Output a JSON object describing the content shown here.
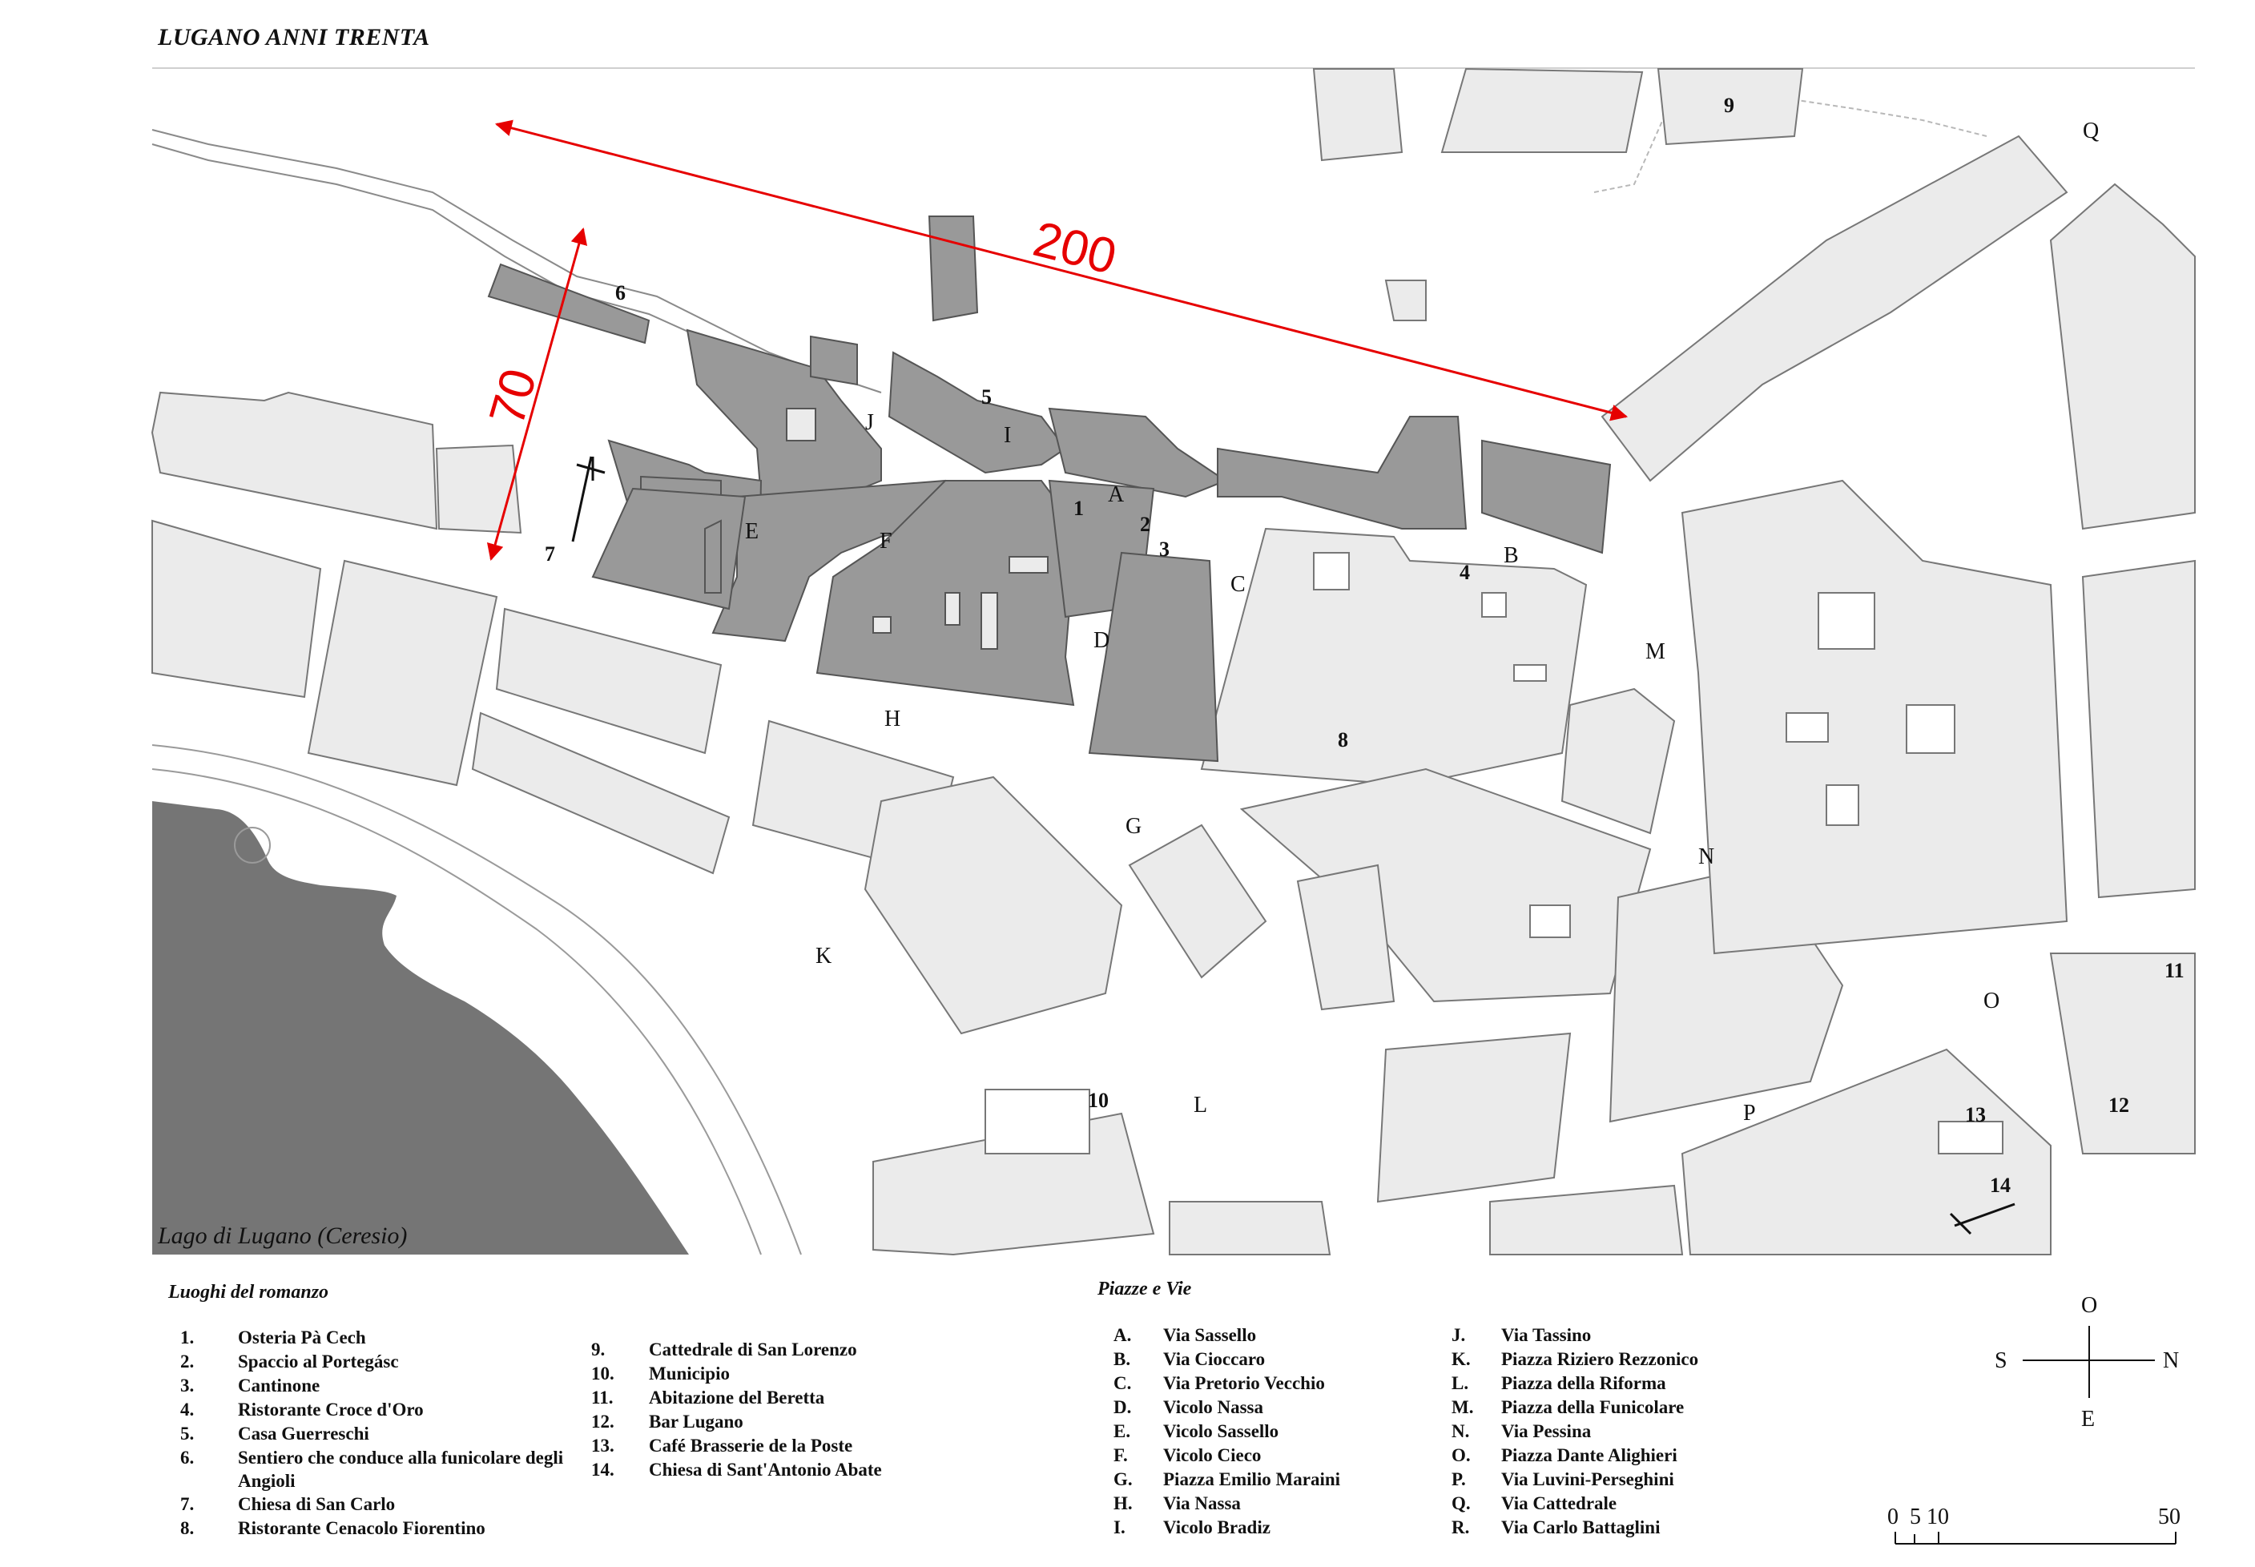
{
  "title": "LUGANO ANNI TRENTA",
  "lake_label": "Lago di Lugano (Ceresio)",
  "dimensions": {
    "length_label": "200",
    "width_label": "70",
    "color": "#e60000"
  },
  "colors": {
    "novel_building": "#999999",
    "other_building": "#ebebeb",
    "lake": "#757575",
    "outline": "#555555"
  },
  "building_numbers": [
    "1",
    "2",
    "3",
    "4",
    "5",
    "6",
    "7",
    "8",
    "9",
    "10",
    "11",
    "12",
    "13",
    "14"
  ],
  "street_letters": [
    "A",
    "B",
    "C",
    "D",
    "E",
    "F",
    "G",
    "H",
    "I",
    "J",
    "K",
    "L",
    "M",
    "N",
    "O",
    "P",
    "Q"
  ],
  "legend_places": {
    "heading": "Luoghi del romanzo",
    "items": [
      {
        "key": "1.",
        "label": "Osteria Pà Cech"
      },
      {
        "key": "2.",
        "label": "Spaccio al Portegásc"
      },
      {
        "key": "3.",
        "label": "Cantinone"
      },
      {
        "key": "4.",
        "label": "Ristorante Croce d'Oro"
      },
      {
        "key": "5.",
        "label": "Casa Guerreschi"
      },
      {
        "key": "6.",
        "label": "Sentiero che conduce alla funicolare degli Angioli"
      },
      {
        "key": "7.",
        "label": "Chiesa di San Carlo"
      },
      {
        "key": "8.",
        "label": "Ristorante Cenacolo Fiorentino"
      },
      {
        "key": "9.",
        "label": "Cattedrale di San Lorenzo"
      },
      {
        "key": "10.",
        "label": "Municipio"
      },
      {
        "key": "11.",
        "label": "Abitazione del Beretta"
      },
      {
        "key": "12.",
        "label": "Bar Lugano"
      },
      {
        "key": "13.",
        "label": "Café Brasserie de la Poste"
      },
      {
        "key": "14.",
        "label": "Chiesa di Sant'Antonio Abate"
      }
    ]
  },
  "legend_streets": {
    "heading": "Piazze e Vie",
    "items": [
      {
        "key": "A.",
        "label": "Via Sassello"
      },
      {
        "key": "B.",
        "label": "Via Cioccaro"
      },
      {
        "key": "C.",
        "label": "Via Pretorio Vecchio"
      },
      {
        "key": "D.",
        "label": "Vicolo Nassa"
      },
      {
        "key": "E.",
        "label": "Vicolo Sassello"
      },
      {
        "key": "F.",
        "label": "Vicolo Cieco"
      },
      {
        "key": "G.",
        "label": "Piazza Emilio Maraini"
      },
      {
        "key": "H.",
        "label": "Via Nassa"
      },
      {
        "key": "I.",
        "label": "Vicolo Bradiz"
      },
      {
        "key": "J.",
        "label": "Via Tassino"
      },
      {
        "key": "K.",
        "label": "Piazza Riziero Rezzonico"
      },
      {
        "key": "L.",
        "label": "Piazza della Riforma"
      },
      {
        "key": "M.",
        "label": "Piazza della Funicolare"
      },
      {
        "key": "N.",
        "label": "Via Pessina"
      },
      {
        "key": "O.",
        "label": "Piazza Dante Alighieri"
      },
      {
        "key": "P.",
        "label": "Via Luvini-Perseghini"
      },
      {
        "key": "Q.",
        "label": "Via Cattedrale"
      },
      {
        "key": "R.",
        "label": "Via Carlo Battaglini"
      }
    ]
  },
  "compass": {
    "top": "O",
    "bottom": "E",
    "left": "S",
    "right": "N"
  },
  "scale_bar": {
    "ticks": [
      "0",
      "5",
      "10",
      "50"
    ]
  }
}
